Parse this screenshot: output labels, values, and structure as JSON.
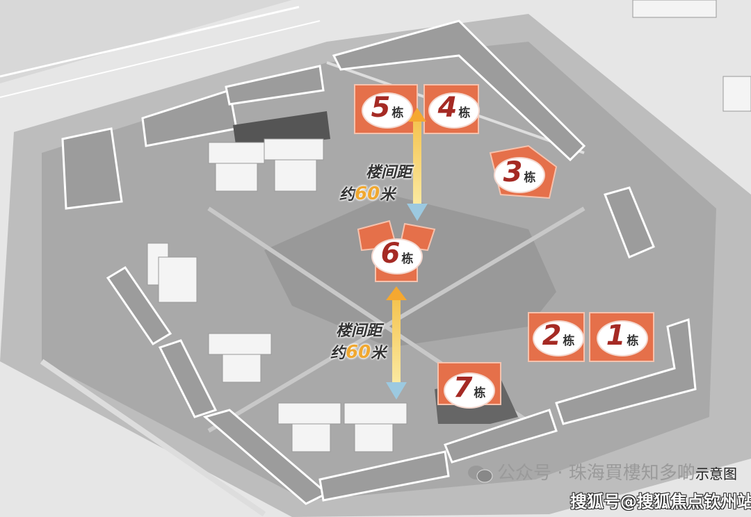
{
  "buildings": [
    {
      "num": "1",
      "suffix": "栋"
    },
    {
      "num": "2",
      "suffix": "栋"
    },
    {
      "num": "3",
      "suffix": "栋"
    },
    {
      "num": "4",
      "suffix": "栋"
    },
    {
      "num": "5",
      "suffix": "栋"
    },
    {
      "num": "6",
      "suffix": "栋"
    },
    {
      "num": "7",
      "suffix": "栋"
    }
  ],
  "distance_labels": [
    {
      "line1": "楼间距",
      "prefix": "约",
      "value": "60",
      "unit": "米"
    },
    {
      "line1": "楼间距",
      "prefix": "约",
      "value": "60",
      "unit": "米"
    }
  ],
  "watermark": {
    "wechat": "公众号 · 珠海買樓知多啲",
    "caption": "示意图",
    "sohu": "搜狐号@搜狐焦点钦州站"
  },
  "colors": {
    "building": "#e5704a",
    "label": "#a52a24",
    "arrow_top": "#f5c451",
    "arrow_bottom": "#9cc9e0"
  }
}
